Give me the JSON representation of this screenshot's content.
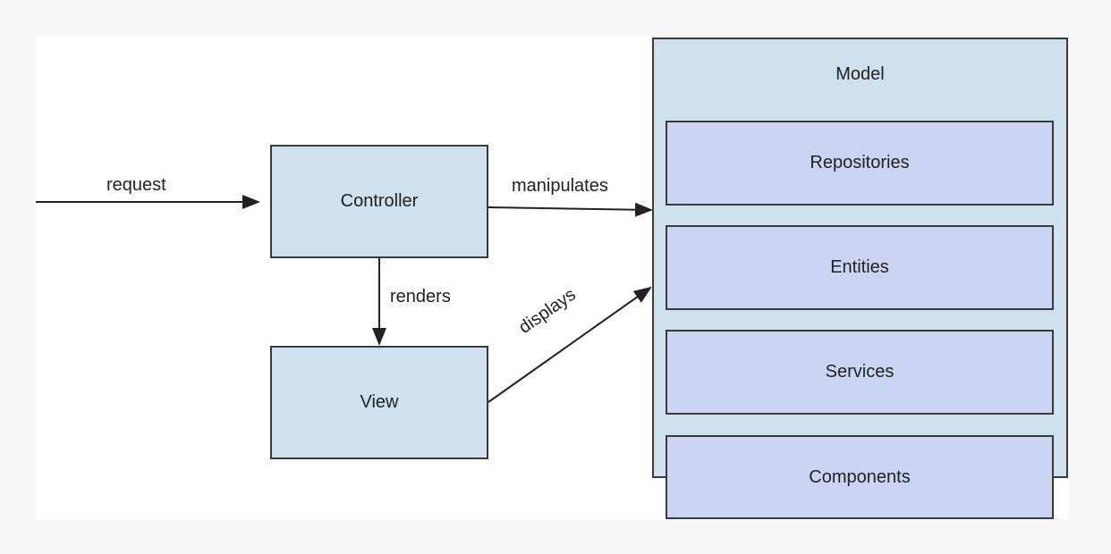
{
  "request_label": "request",
  "controller": "Controller",
  "view": "View",
  "renders_label": "renders",
  "manipulates_label": "manipulates",
  "displays_label": "displays",
  "model": {
    "title": "Model",
    "components": [
      "Repositories",
      "Entities",
      "Services",
      "Components"
    ]
  },
  "colors": {
    "mvc_box_fill": "#cfe0ee",
    "model_subbox_fill": "#ccd4f3",
    "stroke": "#3a3a3a"
  }
}
